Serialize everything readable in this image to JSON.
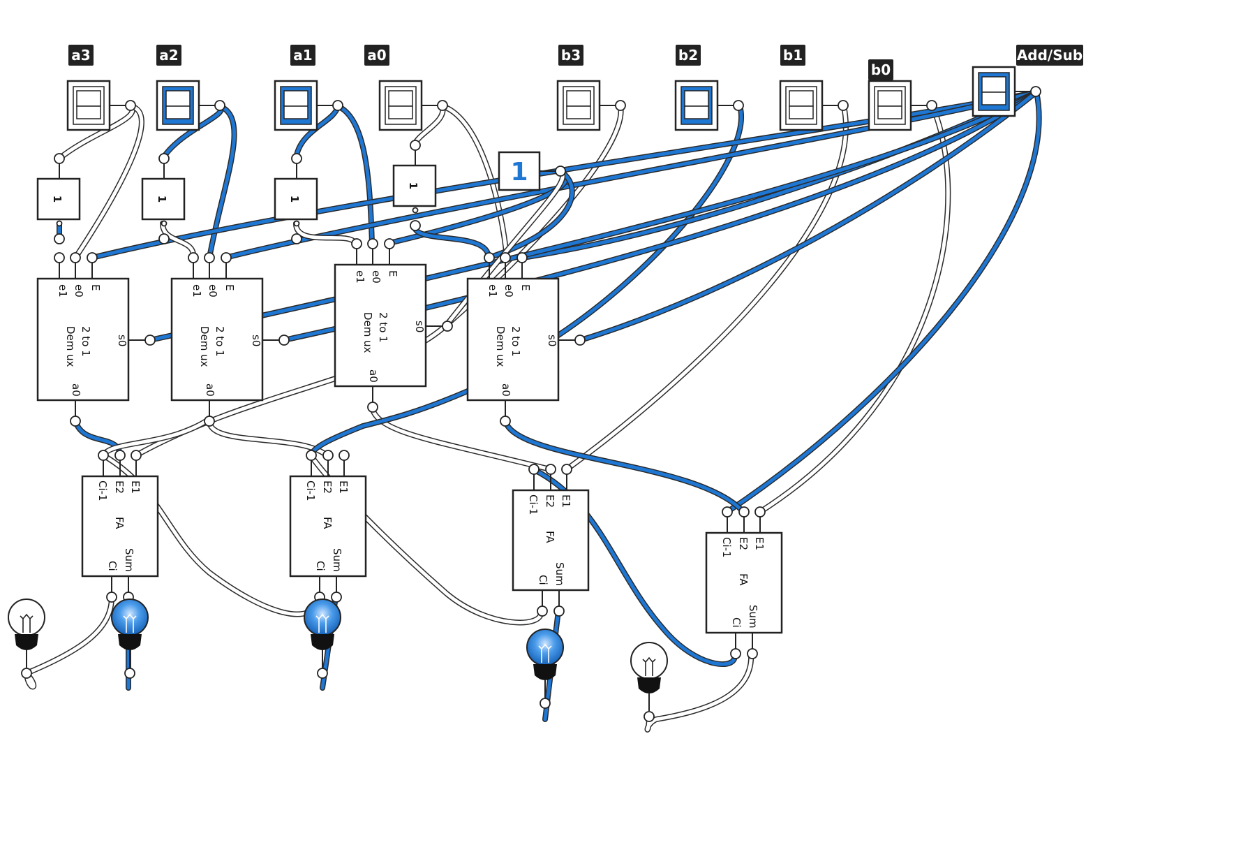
{
  "colors": {
    "on": "#1f77d4",
    "off": "#ffffff",
    "wire_outline": "#2a2a2a",
    "label_bg": "#222222",
    "stroke": "#222222"
  },
  "inputs": [
    {
      "id": "a3",
      "label": "a3",
      "on": false
    },
    {
      "id": "a2",
      "label": "a2",
      "on": true
    },
    {
      "id": "a1",
      "label": "a1",
      "on": true
    },
    {
      "id": "a0",
      "label": "a0",
      "on": false
    },
    {
      "id": "b3",
      "label": "b3",
      "on": false
    },
    {
      "id": "b2",
      "label": "b2",
      "on": true
    },
    {
      "id": "b1",
      "label": "b1",
      "on": false
    },
    {
      "id": "b0",
      "label": "b0",
      "on": false
    },
    {
      "id": "addsub",
      "label": "Add/Sub",
      "on": true
    }
  ],
  "not_gates": [
    {
      "id": "n3",
      "text": "1"
    },
    {
      "id": "n2",
      "text": "1"
    },
    {
      "id": "n1",
      "text": "1"
    },
    {
      "id": "n0",
      "text": "1"
    }
  ],
  "constant": {
    "id": "k1",
    "text": "1",
    "on": true
  },
  "demux_blocks": [
    {
      "id": "d0",
      "title_lines": [
        "2 to 1",
        "Dem ux"
      ],
      "pins": {
        "e1": "e1",
        "e0": "e0",
        "E": "E",
        "s0": "s0",
        "a0": "a0"
      }
    },
    {
      "id": "d1",
      "title_lines": [
        "2 to 1",
        "Dem ux"
      ],
      "pins": {
        "e1": "e1",
        "e0": "e0",
        "E": "E",
        "s0": "s0",
        "a0": "a0"
      }
    },
    {
      "id": "d2",
      "title_lines": [
        "2 to 1",
        "Dem ux"
      ],
      "pins": {
        "e1": "e1",
        "e0": "e0",
        "E": "E",
        "s0": "s0",
        "a0": "a0"
      }
    },
    {
      "id": "d3",
      "title_lines": [
        "2 to 1",
        "Dem ux"
      ],
      "pins": {
        "e1": "e1",
        "e0": "e0",
        "E": "E",
        "s0": "s0",
        "a0": "a0"
      }
    }
  ],
  "fa_blocks": [
    {
      "id": "f0",
      "title": "FA",
      "pins": {
        "ci1": "Ci-1",
        "e2": "E2",
        "e1": "E1",
        "ci": "Ci",
        "sum": "Sum"
      }
    },
    {
      "id": "f1",
      "title": "FA",
      "pins": {
        "ci1": "Ci-1",
        "e2": "E2",
        "e1": "E1",
        "ci": "Ci",
        "sum": "Sum"
      }
    },
    {
      "id": "f2",
      "title": "FA",
      "pins": {
        "ci1": "Ci-1",
        "e2": "E2",
        "e1": "E1",
        "ci": "Ci",
        "sum": "Sum"
      }
    },
    {
      "id": "f3",
      "title": "FA",
      "pins": {
        "ci1": "Ci-1",
        "e2": "E2",
        "e1": "E1",
        "ci": "Ci",
        "sum": "Sum"
      }
    }
  ],
  "lamps": [
    {
      "id": "L0",
      "on": false
    },
    {
      "id": "L1",
      "on": true
    },
    {
      "id": "L2",
      "on": true
    },
    {
      "id": "L3",
      "on": true
    },
    {
      "id": "L4",
      "on": false
    }
  ]
}
